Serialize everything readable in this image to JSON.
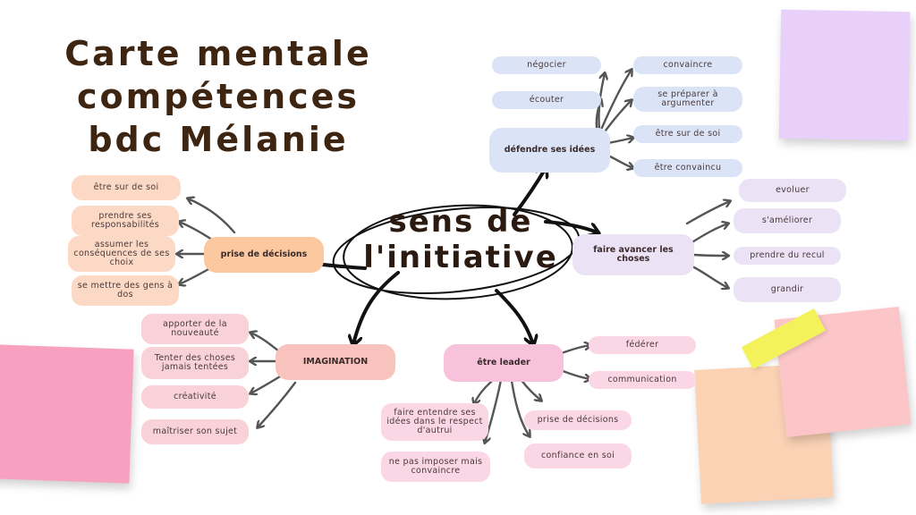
{
  "title_lines": [
    "Carte mentale",
    "compétences",
    "bdc Mélanie"
  ],
  "center_lines": [
    "sens de",
    "l'initiative"
  ],
  "hubs": {
    "defendre": "défendre ses idées",
    "avancer": "faire avancer les choses",
    "decisions": "prise de décisions",
    "imagination": "IMAGINATION",
    "leader": "être leader"
  },
  "leaves": {
    "negocier": "négocier",
    "ecouter": "écouter",
    "convaincre": "convaincre",
    "argumenter": "se préparer à argumenter",
    "etre_sur": "être sur de soi",
    "convaincu": "être convaincu",
    "evoluer": "evoluer",
    "ameliorer": "s'améliorer",
    "recul": "prendre du recul",
    "grandir": "grandir",
    "sur_soi_left": "être sur de soi",
    "responsabilites": "prendre ses responsabilités",
    "consequences": "assumer les conséquences de ses choix",
    "gens": "se mettre des gens à dos",
    "nouveaute": "apporter de la nouveauté",
    "tenter": "Tenter des choses jamais tentées",
    "creativite": "créativité",
    "maitriser": "maîtriser son sujet",
    "federer": "fédérer",
    "communication": "communication",
    "faire_entendre": "faire entendre ses idées dans le respect d'autrui",
    "prise_decisions": "prise de décisions",
    "pas_imposer": "ne pas imposer mais convaincre",
    "confiance": "confiance en soi"
  },
  "colors": {
    "title": "#3d2511",
    "arrow": "#555555",
    "sticky_purple": "#e9d0fb",
    "sticky_pink": "#f7a0c0",
    "sticky_peach": "#fcd2b5",
    "sticky_rose": "#fcc6c9",
    "sticky_yellow": "#f4f25a"
  }
}
